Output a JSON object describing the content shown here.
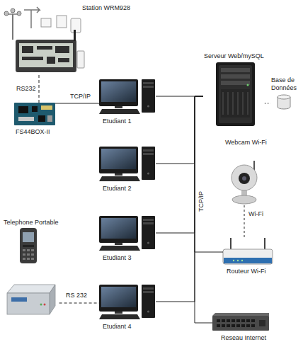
{
  "diagram": {
    "nodes": [
      {
        "text": [
          "Station WRM928"
        ]
      },
      {
        "text": [
          "FS44BOX-II"
        ]
      },
      {
        "text": [
          "Etudiant 1"
        ]
      },
      {
        "text": [
          "Etudiant 2"
        ]
      },
      {
        "text": [
          "Etudiant 3"
        ]
      },
      {
        "text": [
          "Etudiant 4"
        ]
      },
      {
        "text": [
          "Serveur Web/mySQL"
        ]
      },
      {
        "text": [
          "Base de Données"
        ]
      },
      {
        "text": [
          "Webcam Wi-Fi"
        ]
      },
      {
        "text": [
          "Routeur Wi-Fi"
        ]
      },
      {
        "text": [
          "Reseau Internet"
        ]
      },
      {
        "text": [
          "Telephone Portable"
        ]
      }
    ],
    "edges": [
      {
        "from": 0,
        "to": 1,
        "arrow": "none",
        "label": "RS232"
      },
      {
        "from": 1,
        "to": 2,
        "arrow": "none",
        "label": "TCP/IP"
      },
      {
        "from": 2,
        "to": 6,
        "arrow": "none"
      },
      {
        "from": 3,
        "to": 6,
        "arrow": "none"
      },
      {
        "from": 4,
        "to": 6,
        "arrow": "none"
      },
      {
        "from": 5,
        "to": 6,
        "arrow": "none"
      },
      {
        "from": 9,
        "to": 6,
        "arrow": "none"
      },
      {
        "from": 10,
        "to": 6,
        "arrow": "none"
      },
      {
        "from": 6,
        "to": 7,
        "arrow": "none"
      },
      {
        "from": 8,
        "to": 9,
        "arrow": "none",
        "label": "Wi-Fi"
      },
      {
        "from": 11,
        "to": 5,
        "arrow": "none",
        "label": "RS 232"
      }
    ],
    "labels": [
      "TCP/IP"
    ]
  }
}
